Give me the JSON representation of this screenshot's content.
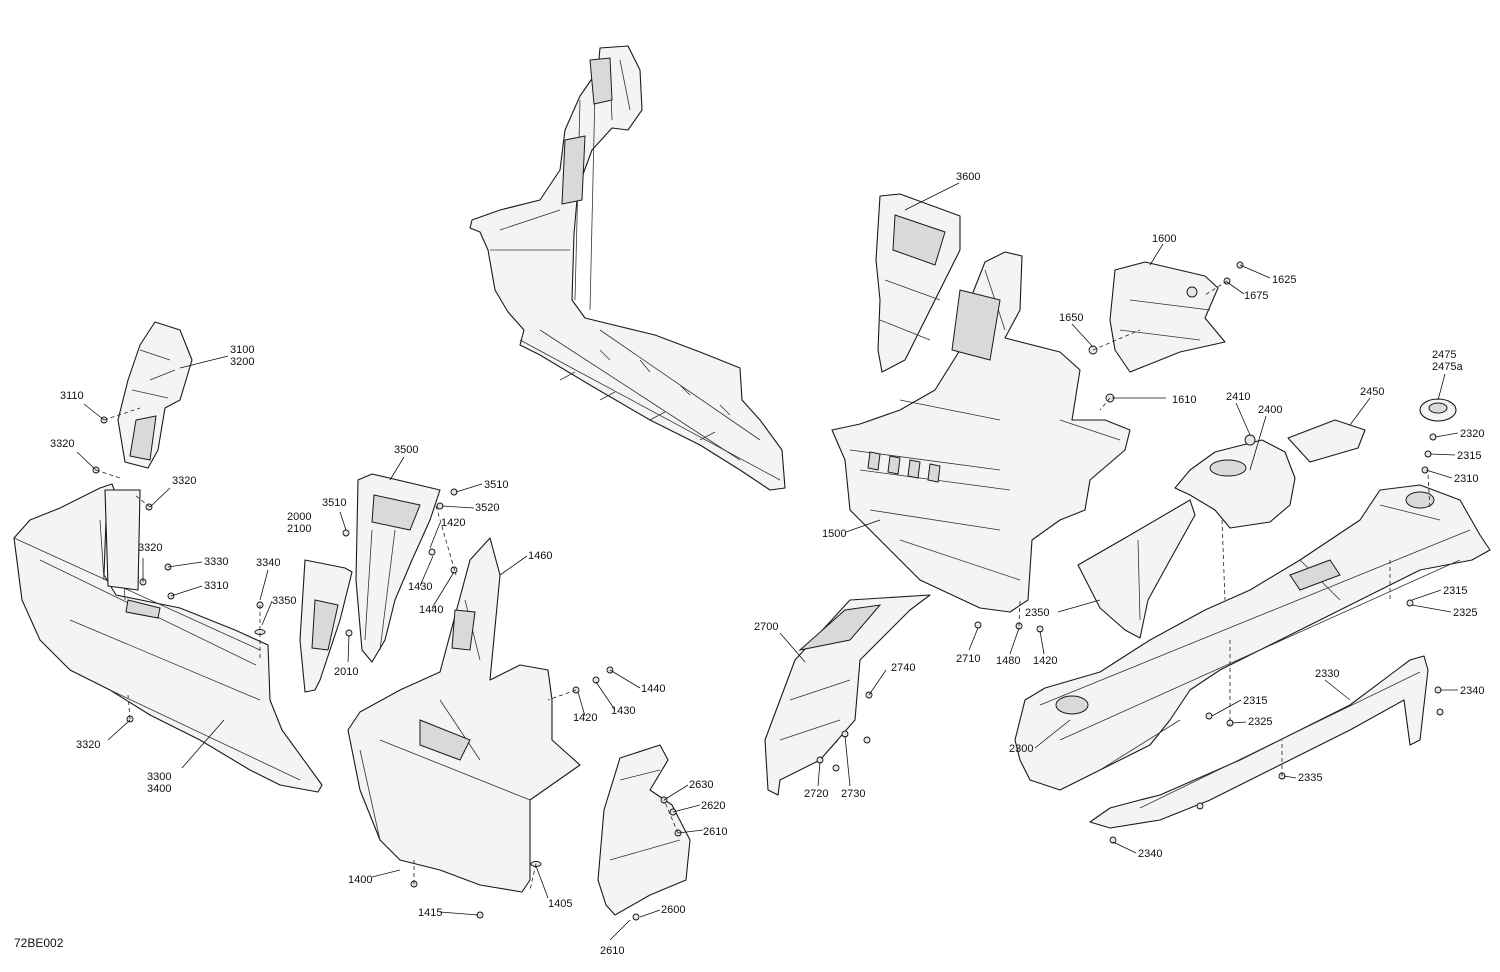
{
  "diagram": {
    "reference_code": "72BE002",
    "callouts": [
      {
        "id": "3100",
        "lines": [
          "3100",
          "3200"
        ]
      },
      {
        "id": "3110",
        "lines": [
          "3110"
        ]
      },
      {
        "id": "3320a",
        "lines": [
          "3320"
        ]
      },
      {
        "id": "3320b",
        "lines": [
          "3320"
        ]
      },
      {
        "id": "3320c",
        "lines": [
          "3320"
        ]
      },
      {
        "id": "3330",
        "lines": [
          "3330"
        ]
      },
      {
        "id": "3310",
        "lines": [
          "3310"
        ]
      },
      {
        "id": "3340",
        "lines": [
          "3340"
        ]
      },
      {
        "id": "3350",
        "lines": [
          "3350"
        ]
      },
      {
        "id": "3320d",
        "lines": [
          "3320"
        ]
      },
      {
        "id": "3300",
        "lines": [
          "3300",
          "3400"
        ]
      },
      {
        "id": "2000",
        "lines": [
          "2000",
          "2100"
        ]
      },
      {
        "id": "2010",
        "lines": [
          "2010"
        ]
      },
      {
        "id": "3500",
        "lines": [
          "3500"
        ]
      },
      {
        "id": "3510a",
        "lines": [
          "3510"
        ]
      },
      {
        "id": "3510b",
        "lines": [
          "3510"
        ]
      },
      {
        "id": "3520",
        "lines": [
          "3520"
        ]
      },
      {
        "id": "1420a",
        "lines": [
          "1420"
        ]
      },
      {
        "id": "1430a",
        "lines": [
          "1430"
        ]
      },
      {
        "id": "1440a",
        "lines": [
          "1440"
        ]
      },
      {
        "id": "1460",
        "lines": [
          "1460"
        ]
      },
      {
        "id": "1440b",
        "lines": [
          "1440"
        ]
      },
      {
        "id": "1420b",
        "lines": [
          "1420"
        ]
      },
      {
        "id": "1430b",
        "lines": [
          "1430"
        ]
      },
      {
        "id": "1400",
        "lines": [
          "1400"
        ]
      },
      {
        "id": "1415",
        "lines": [
          "1415"
        ]
      },
      {
        "id": "1405",
        "lines": [
          "1405"
        ]
      },
      {
        "id": "2630",
        "lines": [
          "2630"
        ]
      },
      {
        "id": "2620",
        "lines": [
          "2620"
        ]
      },
      {
        "id": "2610a",
        "lines": [
          "2610"
        ]
      },
      {
        "id": "2600",
        "lines": [
          "2600"
        ]
      },
      {
        "id": "2610b",
        "lines": [
          "2610"
        ]
      },
      {
        "id": "2700",
        "lines": [
          "2700"
        ]
      },
      {
        "id": "2740",
        "lines": [
          "2740"
        ]
      },
      {
        "id": "2720",
        "lines": [
          "2720"
        ]
      },
      {
        "id": "2730",
        "lines": [
          "2730"
        ]
      },
      {
        "id": "3600",
        "lines": [
          "3600"
        ]
      },
      {
        "id": "1500",
        "lines": [
          "1500"
        ]
      },
      {
        "id": "2710",
        "lines": [
          "2710"
        ]
      },
      {
        "id": "1480",
        "lines": [
          "1480"
        ]
      },
      {
        "id": "1420c",
        "lines": [
          "1420"
        ]
      },
      {
        "id": "1600",
        "lines": [
          "1600"
        ]
      },
      {
        "id": "1625",
        "lines": [
          "1625"
        ]
      },
      {
        "id": "1675",
        "lines": [
          "1675"
        ]
      },
      {
        "id": "1650",
        "lines": [
          "1650"
        ]
      },
      {
        "id": "1610",
        "lines": [
          "1610"
        ]
      },
      {
        "id": "2410",
        "lines": [
          "2410"
        ]
      },
      {
        "id": "2400",
        "lines": [
          "2400"
        ]
      },
      {
        "id": "2450",
        "lines": [
          "2450"
        ]
      },
      {
        "id": "2475",
        "lines": [
          "2475",
          "2475a"
        ]
      },
      {
        "id": "2320",
        "lines": [
          "2320"
        ]
      },
      {
        "id": "2315a",
        "lines": [
          "2315"
        ]
      },
      {
        "id": "2310",
        "lines": [
          "2310"
        ]
      },
      {
        "id": "2350",
        "lines": [
          "2350"
        ]
      },
      {
        "id": "2315b",
        "lines": [
          "2315"
        ]
      },
      {
        "id": "2325a",
        "lines": [
          "2325"
        ]
      },
      {
        "id": "2330",
        "lines": [
          "2330"
        ]
      },
      {
        "id": "2340a",
        "lines": [
          "2340"
        ]
      },
      {
        "id": "2315c",
        "lines": [
          "2315"
        ]
      },
      {
        "id": "2325b",
        "lines": [
          "2325"
        ]
      },
      {
        "id": "2300",
        "lines": [
          "2300"
        ]
      },
      {
        "id": "2335",
        "lines": [
          "2335"
        ]
      },
      {
        "id": "2340b",
        "lines": [
          "2340"
        ]
      }
    ]
  }
}
